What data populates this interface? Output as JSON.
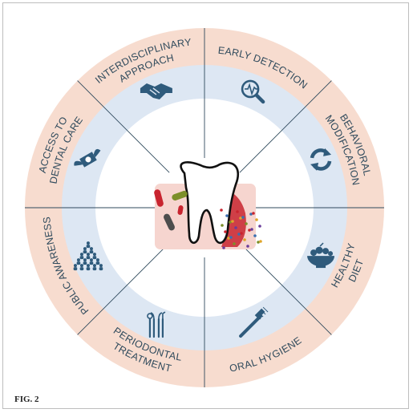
{
  "caption": "FIG. 2",
  "colors": {
    "outer_ring": "#f7dccf",
    "inner_ring": "#dde7f3",
    "core": "#ffffff",
    "divider": "#2f4a5c",
    "icon": "#2f5b7c",
    "gum": "#f6d5cf",
    "bacteria_red": "#c8242f",
    "bacteria_green": "#7c8f2a",
    "bacteria_grey": "#4d4d4d"
  },
  "segments": [
    {
      "id": "early-detection",
      "lines": [
        "EARLY DETECTION"
      ],
      "icon": "magnifier-heartbeat-icon"
    },
    {
      "id": "behavioral-modification",
      "lines": [
        "BEHAVIORAL",
        "MODIFICATION"
      ],
      "icon": "refresh-cycle-icon"
    },
    {
      "id": "healthy-diet",
      "lines": [
        "HEALTHY",
        "DIET"
      ],
      "icon": "fruit-bowl-icon"
    },
    {
      "id": "oral-hygiene",
      "lines": [
        "ORAL HYGIENE"
      ],
      "icon": "toothbrush-icon"
    },
    {
      "id": "periodontal-treatment",
      "lines": [
        "PERIODONTAL",
        "TREATMENT"
      ],
      "icon": "dental-instruments-icon"
    },
    {
      "id": "public-awareness",
      "lines": [
        "PUBLIC AWARENESS"
      ],
      "icon": "crowd-icon"
    },
    {
      "id": "access-to-dental-care",
      "lines": [
        "ACCESS TO",
        "DENTAL CARE"
      ],
      "icon": "money-wings-icon"
    },
    {
      "id": "interdisciplinary-approach",
      "lines": [
        "INTERDISCIPLINARY",
        "APPROACH"
      ],
      "icon": "handshake-icon"
    }
  ],
  "center": {
    "icon": "tooth-with-bacteria-icon"
  }
}
